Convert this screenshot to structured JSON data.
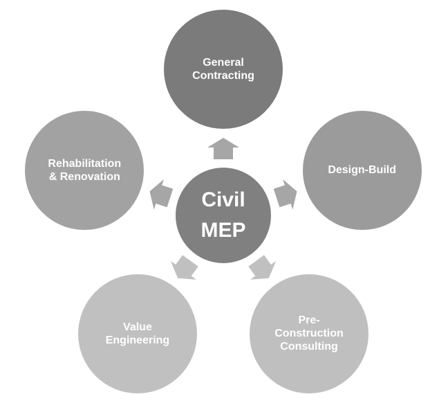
{
  "center": {
    "label": "Civil\nMEP",
    "color": "#808080"
  },
  "nodes": [
    {
      "label": "General\nContracting",
      "color": "#7b7b7b",
      "arrow_color": "#a6a6a6",
      "angle_deg": -90
    },
    {
      "label": "Design-Build",
      "color": "#9b9b9b",
      "arrow_color": "#a6a6a6",
      "angle_deg": -18
    },
    {
      "label": "Pre-\nConstruction\nConsulting",
      "color": "#bfbfbf",
      "arrow_color": "#c0c0c0",
      "angle_deg": 54
    },
    {
      "label": "Value\nEngineering",
      "color": "#c0c0c0",
      "arrow_color": "#c0c0c0",
      "angle_deg": 126
    },
    {
      "label": "Rehabilitation\n& Renovation",
      "color": "#a2a2a2",
      "arrow_color": "#a6a6a6",
      "angle_deg": 198
    }
  ]
}
